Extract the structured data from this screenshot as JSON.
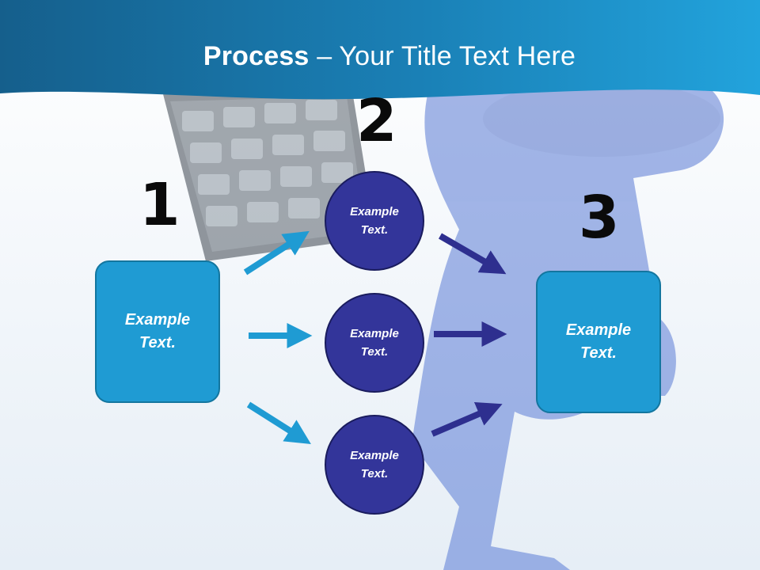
{
  "slide": {
    "title_bold": "Process",
    "title_rest": " – Your Title Text Here"
  },
  "steps": {
    "one": "1",
    "two": "2",
    "three": "3"
  },
  "boxes": {
    "left": "Example\nText.",
    "right": "Example\nText."
  },
  "circles": {
    "top": "Example\nText.",
    "middle": "Example\nText.",
    "bottom": "Example\nText."
  },
  "colors": {
    "header_blue": "#1a7fb3",
    "box_blue": "#1f9bd3",
    "circle_navy": "#33359a",
    "arrow_light": "#1f9bd3",
    "arrow_dark": "#2e2f8f"
  }
}
